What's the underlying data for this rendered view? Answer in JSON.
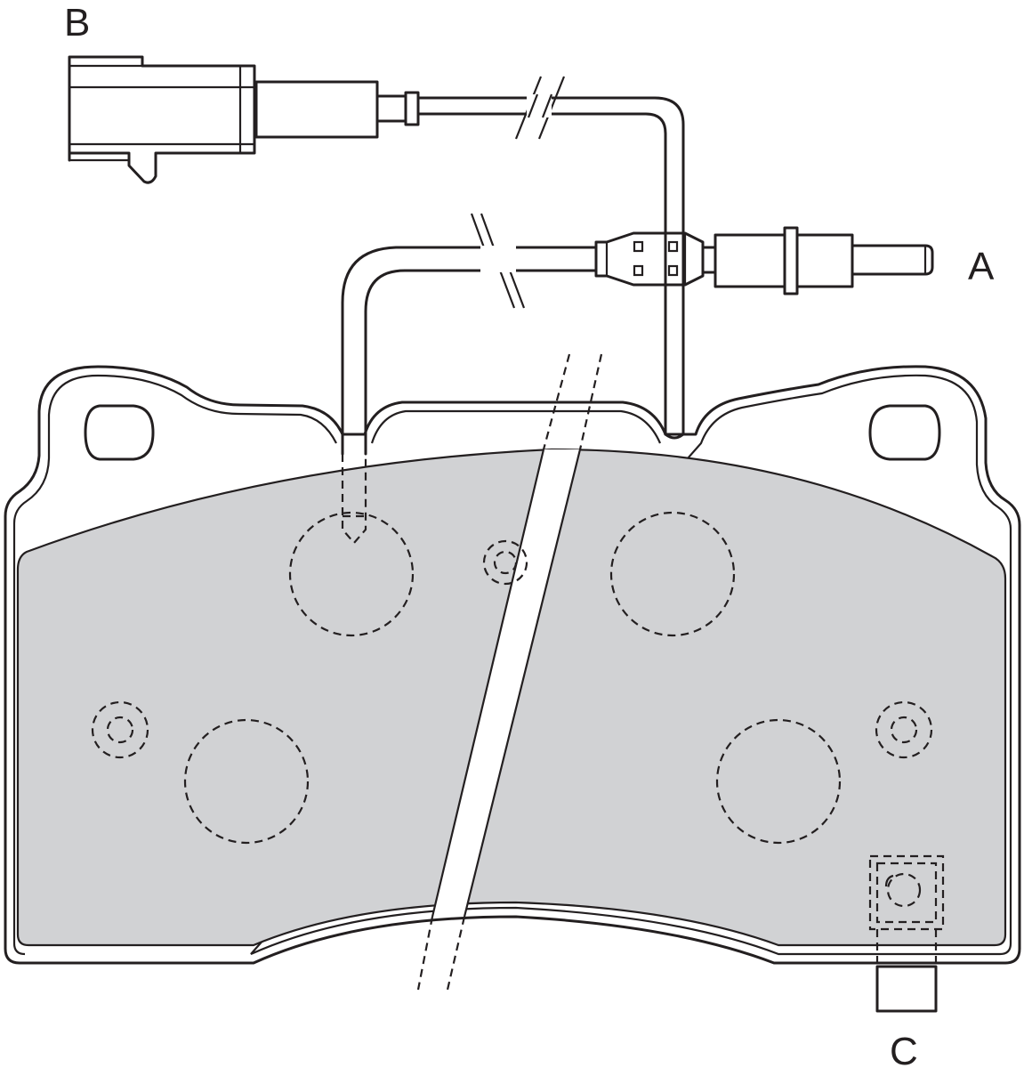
{
  "labels": {
    "a": "A",
    "b": "B",
    "c": "C"
  },
  "colors": {
    "outline": "#231f20",
    "friction_material": "#d1d2d4",
    "background": "#ffffff"
  }
}
